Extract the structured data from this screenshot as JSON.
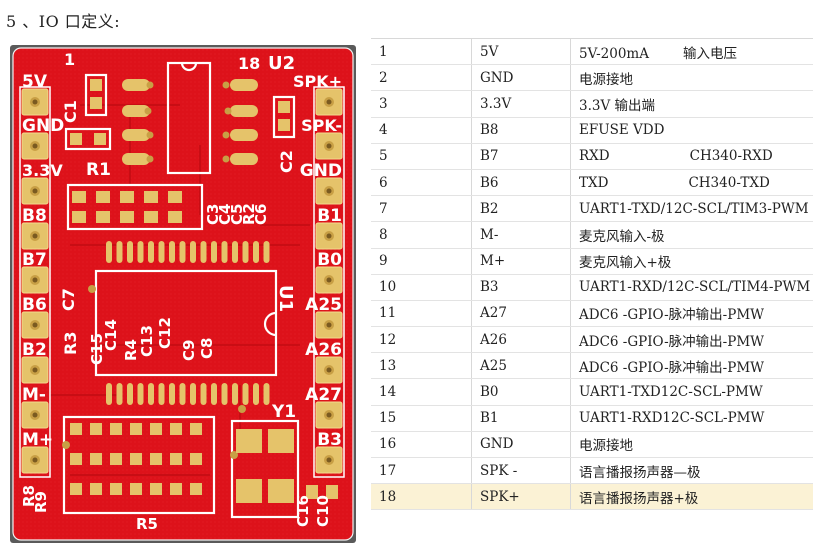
{
  "heading": "5 、IO 口定义:",
  "board": {
    "top_labels": {
      "pin1": "1",
      "pin18": "18",
      "u2": "U2"
    },
    "left_pins": [
      "5V",
      "GND",
      "3.3V",
      "B8",
      "B7",
      "B6",
      "B2",
      "M-",
      "M+"
    ],
    "right_pins": [
      "SPK+",
      "SPK-",
      "GND",
      "B1",
      "B0",
      "A25",
      "A26",
      "A27",
      "B3"
    ],
    "designators": [
      "C1",
      "R1",
      "C2",
      "C3",
      "C4",
      "C5",
      "R2",
      "C6",
      "U1",
      "C7",
      "R3",
      "C15",
      "C14",
      "R4",
      "C13",
      "C12",
      "C9",
      "C8",
      "Y1",
      "R8",
      "R9",
      "R5",
      "C16",
      "C10"
    ]
  },
  "colors": {
    "board": "#e0131b",
    "silk": "#ffffff",
    "pad": "#e5c36a",
    "highlight_row": "#fbf2d5"
  },
  "table": {
    "rows": [
      {
        "num": "1",
        "pin": "5V",
        "desc": "5V-200mA",
        "note": "输入电压"
      },
      {
        "num": "2",
        "pin": "GND",
        "desc": "电源接地",
        "note": ""
      },
      {
        "num": "3",
        "pin": "3.3V",
        "desc": "3.3V 输出端",
        "note": ""
      },
      {
        "num": "4",
        "pin": "B8",
        "desc": "EFUSE VDD",
        "note": ""
      },
      {
        "num": "5",
        "pin": "B7",
        "desc": "RXD",
        "note": "CH340-RXD"
      },
      {
        "num": "6",
        "pin": "B6",
        "desc": "TXD",
        "note": "CH340-TXD"
      },
      {
        "num": "7",
        "pin": "B2",
        "desc": "UART1-TXD/12C-SCL/TIM3-PWM",
        "note": ""
      },
      {
        "num": "8",
        "pin": "M-",
        "desc": "麦克风输入-极",
        "note": ""
      },
      {
        "num": "9",
        "pin": "M+",
        "desc": "麦克风输入+极",
        "note": ""
      },
      {
        "num": "10",
        "pin": "B3",
        "desc": "UART1-RXD/12C-SCL/TIM4-PWM",
        "note": ""
      },
      {
        "num": "11",
        "pin": "A27",
        "desc": "ADC6 -GPIO-脉冲输出-PMW",
        "note": ""
      },
      {
        "num": "12",
        "pin": "A26",
        "desc": "ADC6 -GPIO-脉冲输出-PMW",
        "note": ""
      },
      {
        "num": "13",
        "pin": "A25",
        "desc": "ADC6 -GPIO-脉冲输出-PMW",
        "note": ""
      },
      {
        "num": "14",
        "pin": "B0",
        "desc": "UART1-TXD12C-SCL-PMW",
        "note": ""
      },
      {
        "num": "15",
        "pin": "B1",
        "desc": "UART1-RXD12C-SCL-PMW",
        "note": ""
      },
      {
        "num": "16",
        "pin": "GND",
        "desc": "电源接地",
        "note": ""
      },
      {
        "num": "17",
        "pin": "SPK -",
        "desc": "语言播报扬声器—极",
        "note": ""
      },
      {
        "num": "18",
        "pin": "SPK+",
        "desc": "语言播报扬声器+极",
        "note": ""
      }
    ]
  }
}
